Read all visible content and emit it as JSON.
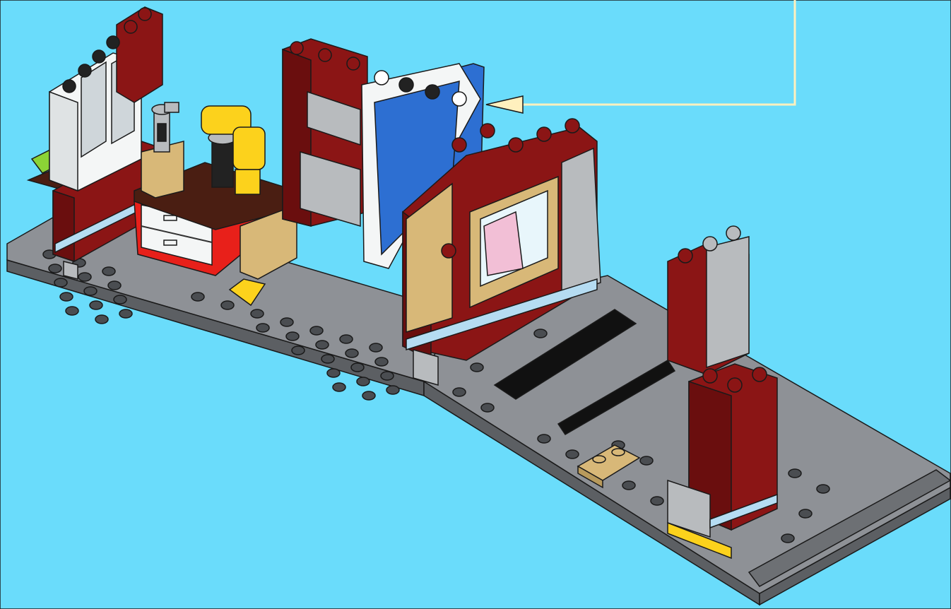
{
  "scene": {
    "background": "#6ADCFB",
    "callout_color": "#FFF0BE",
    "colors": {
      "baseplate": "#8E9196",
      "baseplate_edge": "#5C5F63",
      "stud_dark": "#4A4D51",
      "dark_red": "#8B1515",
      "dark_red_shade": "#6A0E0E",
      "red": "#E8201A",
      "white": "#F4F6F6",
      "blue": "#2D6FD2",
      "yellow": "#FCD21C",
      "tan": "#D8B878",
      "dark_brown": "#4A1E12",
      "light_grey": "#B8BBBE",
      "light_blue_strip": "#B5DCF2",
      "black": "#111111",
      "lime": "#8BD336",
      "pink": "#F2BFD6"
    },
    "parts": [
      "left-window-frame",
      "chimney-pipe",
      "yellow-pipe",
      "desk-cabinet",
      "center-brick-wall",
      "blue-door",
      "right-window-wall",
      "corner-pillar",
      "black-tiles",
      "tan-plate"
    ]
  }
}
